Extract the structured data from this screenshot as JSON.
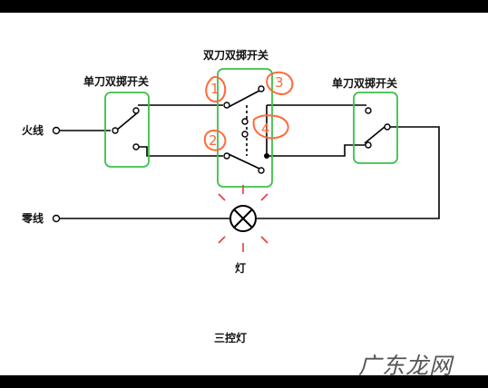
{
  "labels": {
    "left_switch": "单刀双掷开关",
    "middle_switch": "双刀双掷开关",
    "right_switch": "单刀双掷开关",
    "live_wire": "火线",
    "neutral_wire": "零线",
    "lamp": "灯",
    "caption": "三控灯"
  },
  "annotations": {
    "mark_1": "1",
    "mark_2": "2",
    "mark_3": "3",
    "mark_4": "4"
  },
  "watermark": "广东龙网",
  "colors": {
    "wire": "#000000",
    "switch_outline": "#3cc04a",
    "annotation": "#ff6a3a",
    "lamp_rays": "#e83a3a",
    "lamp": "#000000"
  },
  "icons": {
    "lamp": "lamp-x-circle-icon",
    "terminal": "terminal-circle-icon"
  }
}
